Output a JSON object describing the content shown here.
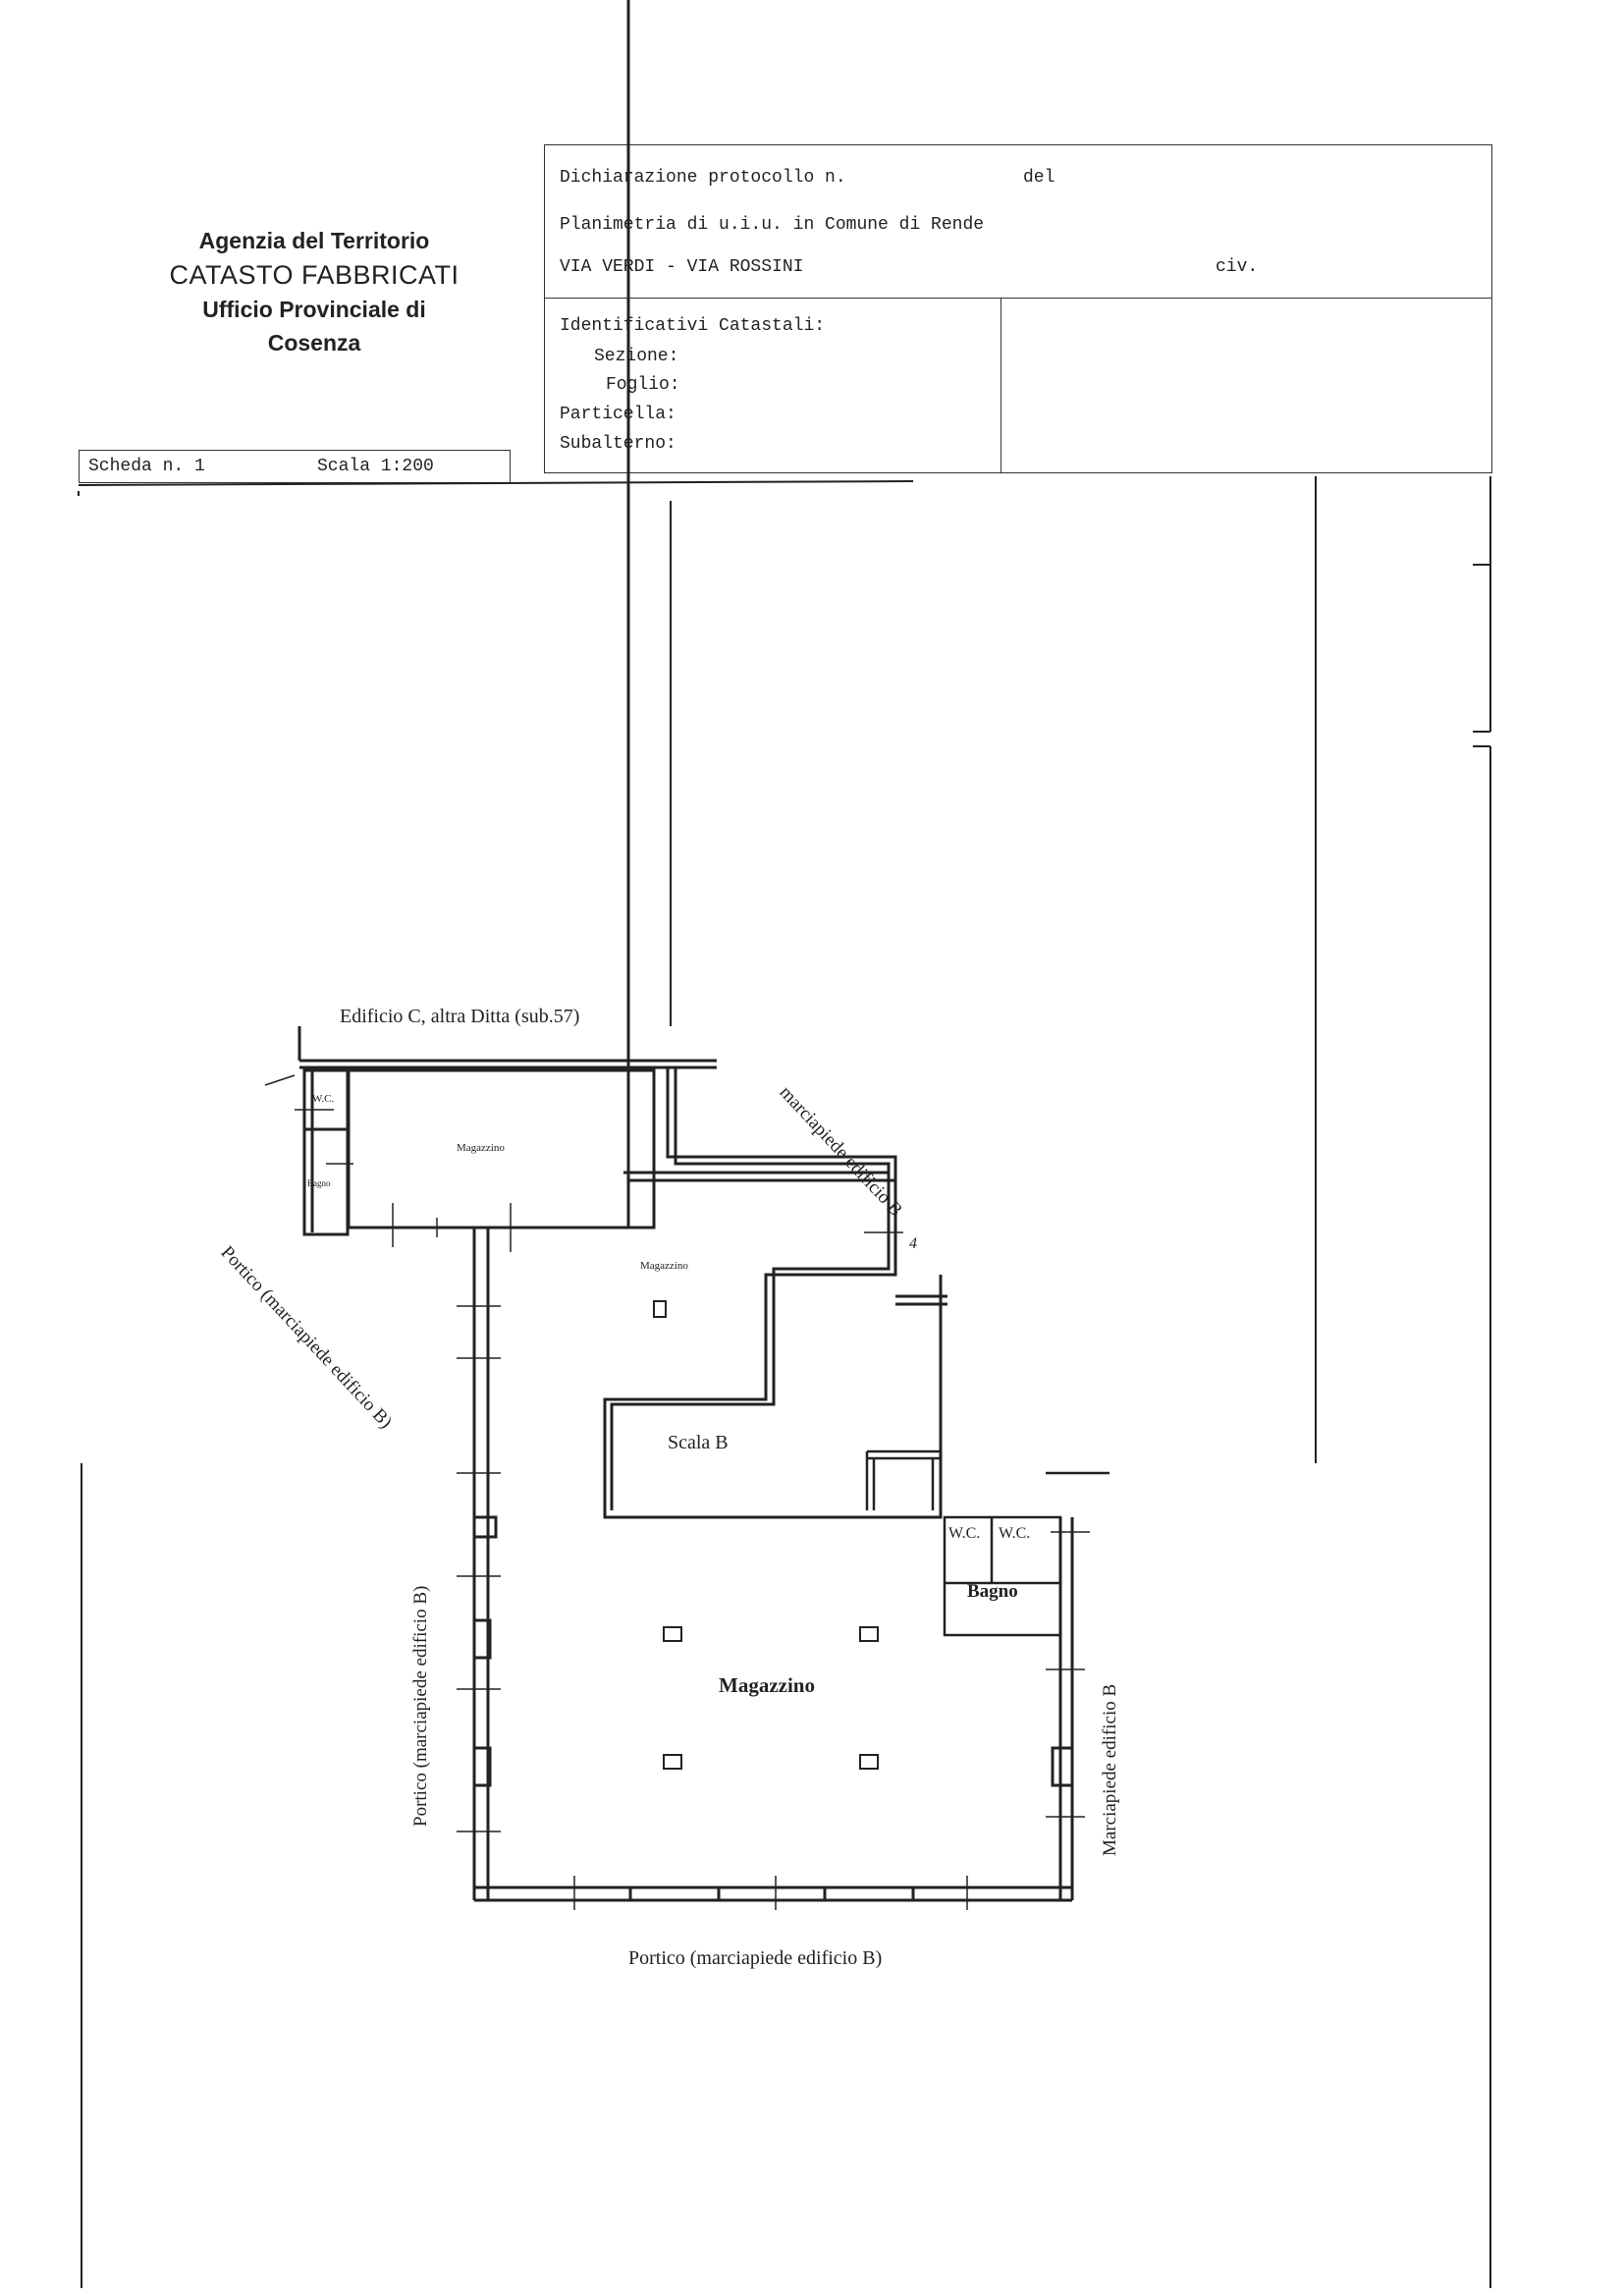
{
  "agency": {
    "line1": "Agenzia del Territorio",
    "line2": "CATASTO FABBRICATI",
    "line3": "Ufficio Provinciale di",
    "line4": "Cosenza"
  },
  "scheda": {
    "label": "Scheda n. 1",
    "scale": "Scala 1:200"
  },
  "header": {
    "protocol_label": "Dichiarazione protocollo n.",
    "date_label": "del",
    "planimetry": "Planimetria di u.i.u. in Comune di Rende",
    "address": "VIA VERDI - VIA ROSSINI",
    "civ_label": "civ."
  },
  "identifiers": {
    "title": "Identificativi Catastali:",
    "sezione": "Sezione:",
    "foglio": "Foglio:",
    "particella": "Particella:",
    "subalterno": "Subalterno:"
  },
  "plan": {
    "edificio_c": "Edificio C, altra Ditta (sub.57)",
    "marciapiede_top": "marciapiede edificio B",
    "portico_diag": "Portico (marciapiede edificio B)",
    "portico_left": "Portico (marciapiede edificio B)",
    "marciapiede_right": "Marciapiede edificio B",
    "portico_bottom": "Portico (marciapiede edificio B)",
    "wc_small": "W.C.",
    "bagno_small": "Bagno",
    "magazzino_top": "Magazzino",
    "magazzino_mid": "Magazzino",
    "scala_b": "Scala B",
    "wc_1": "W.C.",
    "wc_2": "W.C.",
    "bagno": "Bagno",
    "magazzino_main": "Magazzino",
    "mid_mark": "4"
  }
}
